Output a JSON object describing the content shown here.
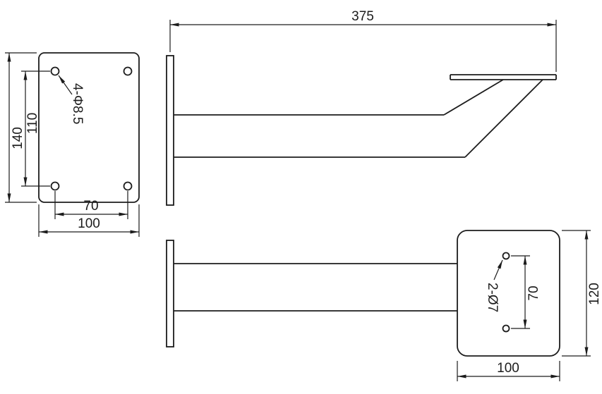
{
  "colors": {
    "line": "#1c1c1c",
    "background": "#ffffff"
  },
  "views": {
    "front": {
      "hole_callout": "4-Φ8.5",
      "dims": {
        "height_outer": "140",
        "height_holes": "110",
        "width_holes": "70",
        "width_outer": "100"
      }
    },
    "side": {
      "dims": {
        "length": "375"
      }
    },
    "top": {
      "hole_callout": "2-Ø7",
      "dims": {
        "hole_spacing": "70",
        "plate_depth": "120",
        "plate_width": "100"
      }
    }
  }
}
